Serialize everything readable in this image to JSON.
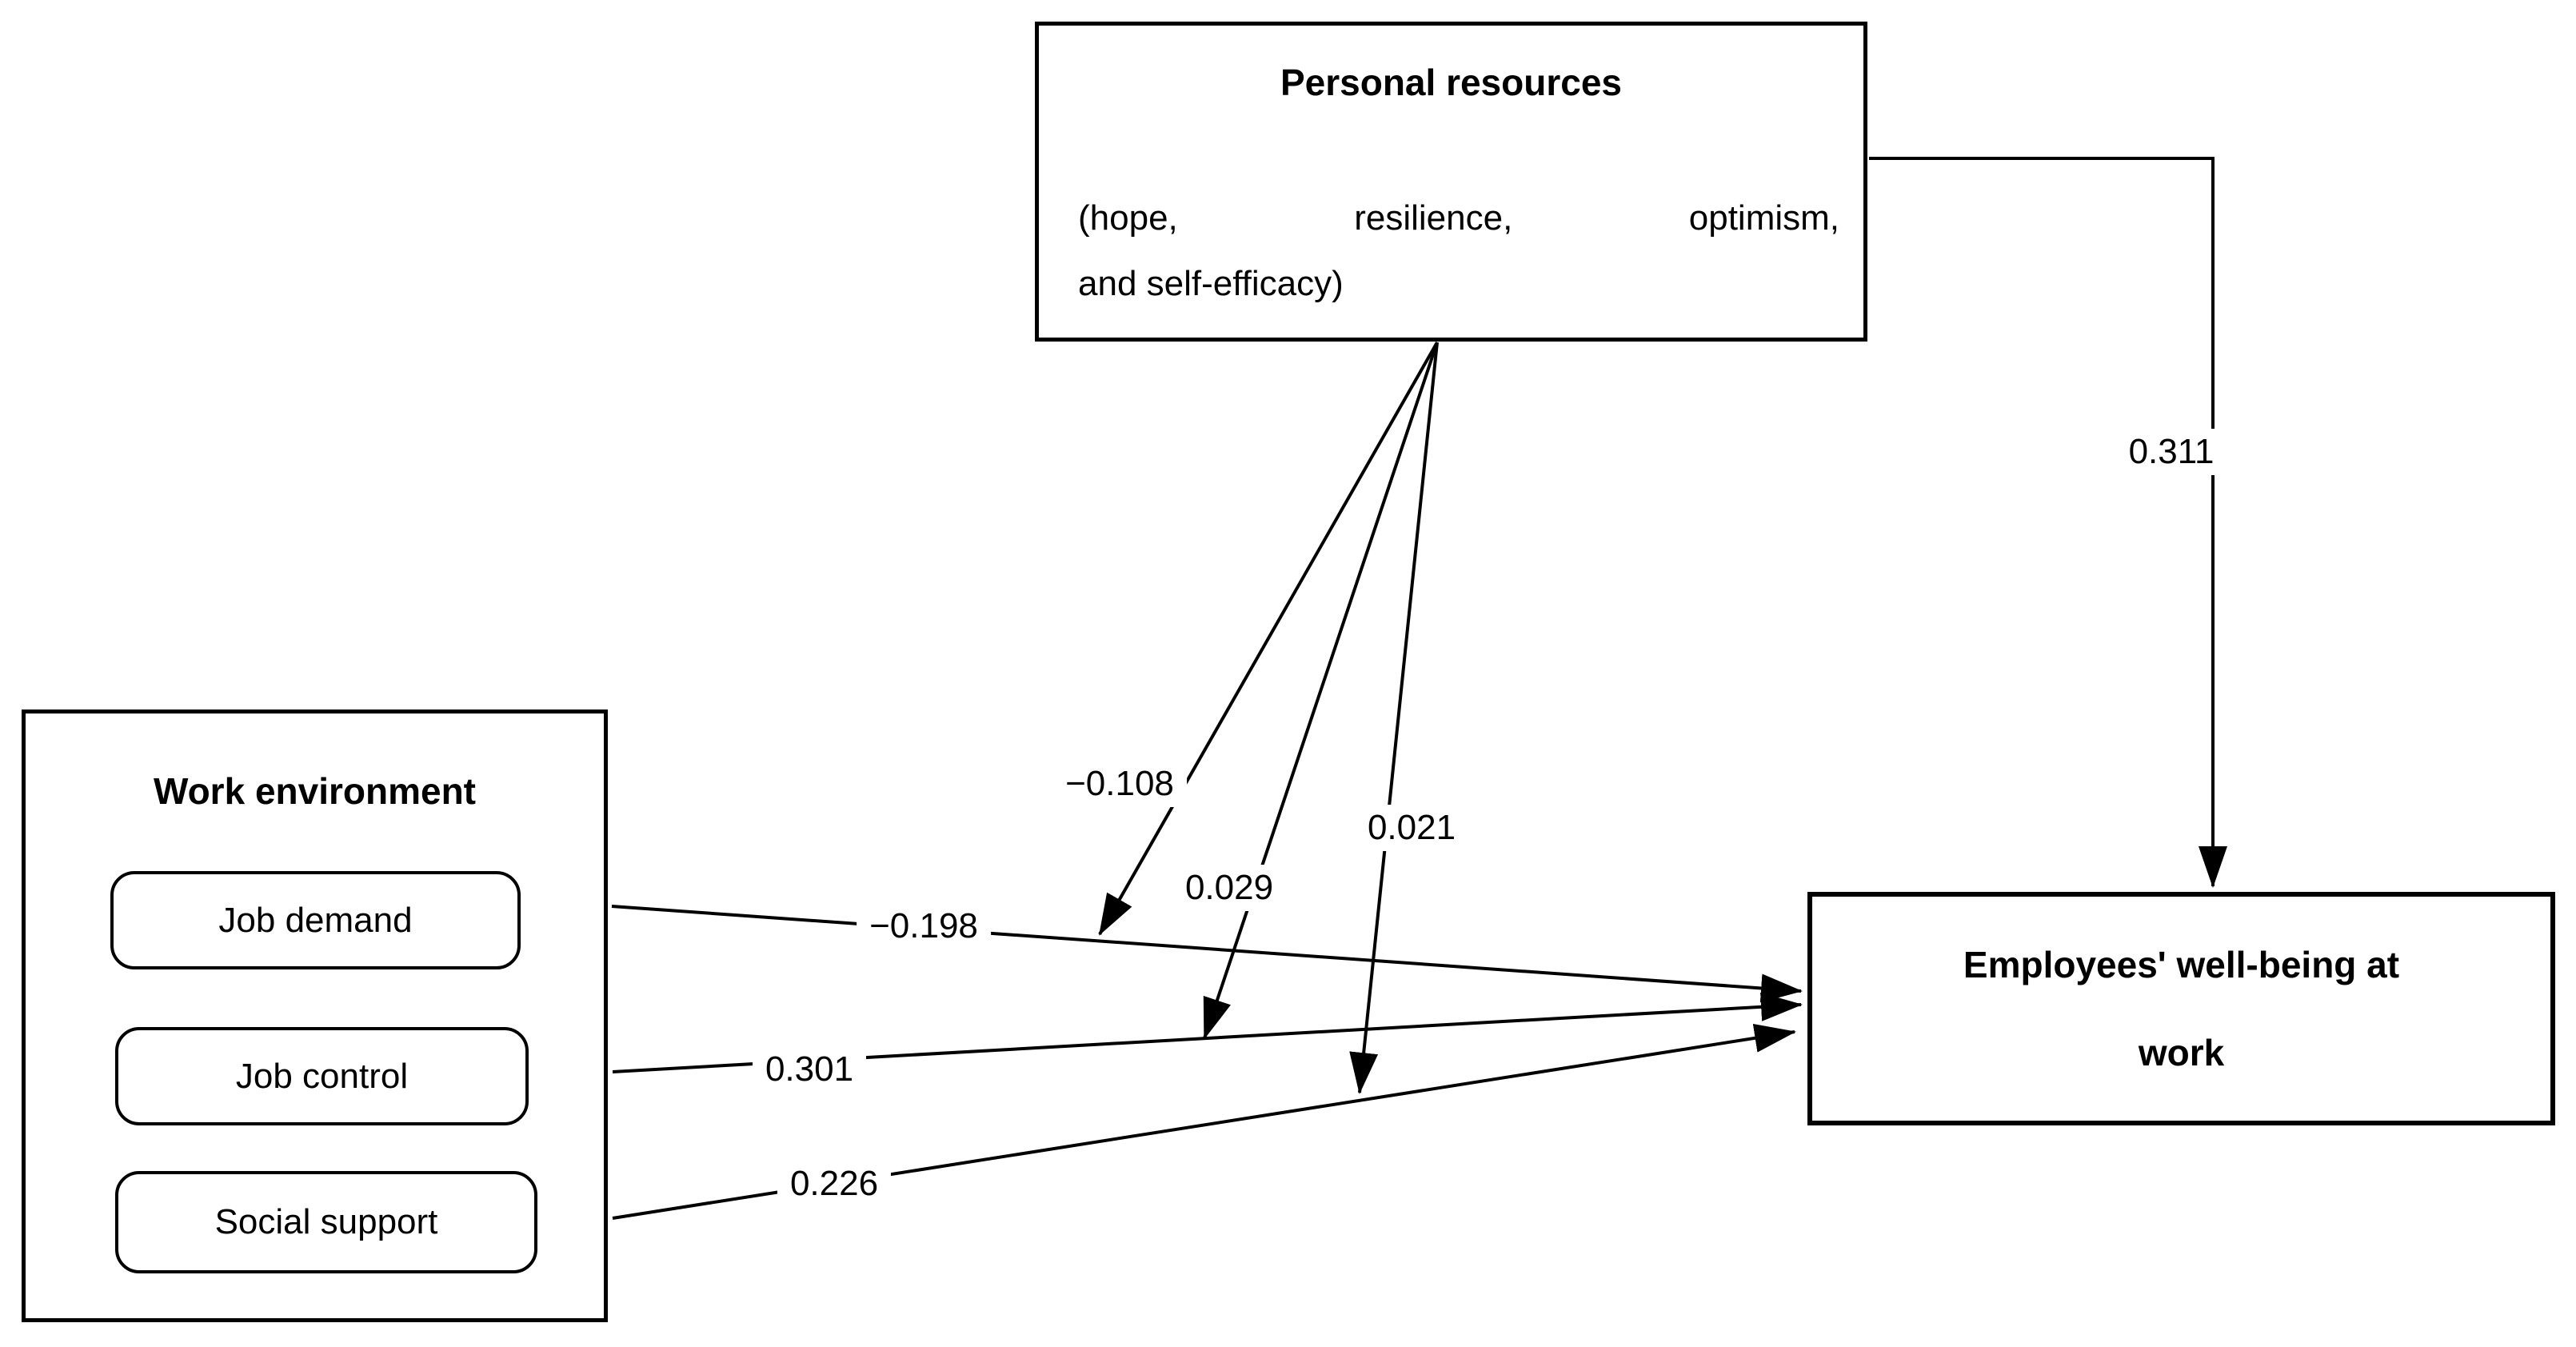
{
  "diagram": {
    "nodes": {
      "personal_resources": {
        "title": "Personal resources",
        "subtitle_line1": "(hope, resilience, optimism,",
        "subtitle_line2": "and self-efficacy)"
      },
      "work_environment": {
        "title": "Work environment",
        "items": [
          {
            "label": "Job demand"
          },
          {
            "label": "Job control"
          },
          {
            "label": "Social support"
          }
        ]
      },
      "outcome": {
        "label_line1": "Employees' well-being at",
        "label_line2": "work"
      }
    },
    "edges": [
      {
        "from": "Job demand",
        "to": "Employees' well-being at work",
        "type": "direct",
        "coefficient": "−0.198"
      },
      {
        "from": "Job control",
        "to": "Employees' well-being at work",
        "type": "direct",
        "coefficient": "0.301"
      },
      {
        "from": "Social support",
        "to": "Employees' well-being at work",
        "type": "direct",
        "coefficient": "0.226"
      },
      {
        "from": "Personal resources",
        "to": "Employees' well-being at work",
        "type": "direct",
        "coefficient": "0.311"
      },
      {
        "from": "Personal resources",
        "to": "Job demand path",
        "type": "moderation",
        "coefficient": "−0.108"
      },
      {
        "from": "Personal resources",
        "to": "Job control path",
        "type": "moderation",
        "coefficient": "0.029"
      },
      {
        "from": "Personal resources",
        "to": "Social support path",
        "type": "moderation",
        "coefficient": "0.021"
      }
    ]
  }
}
